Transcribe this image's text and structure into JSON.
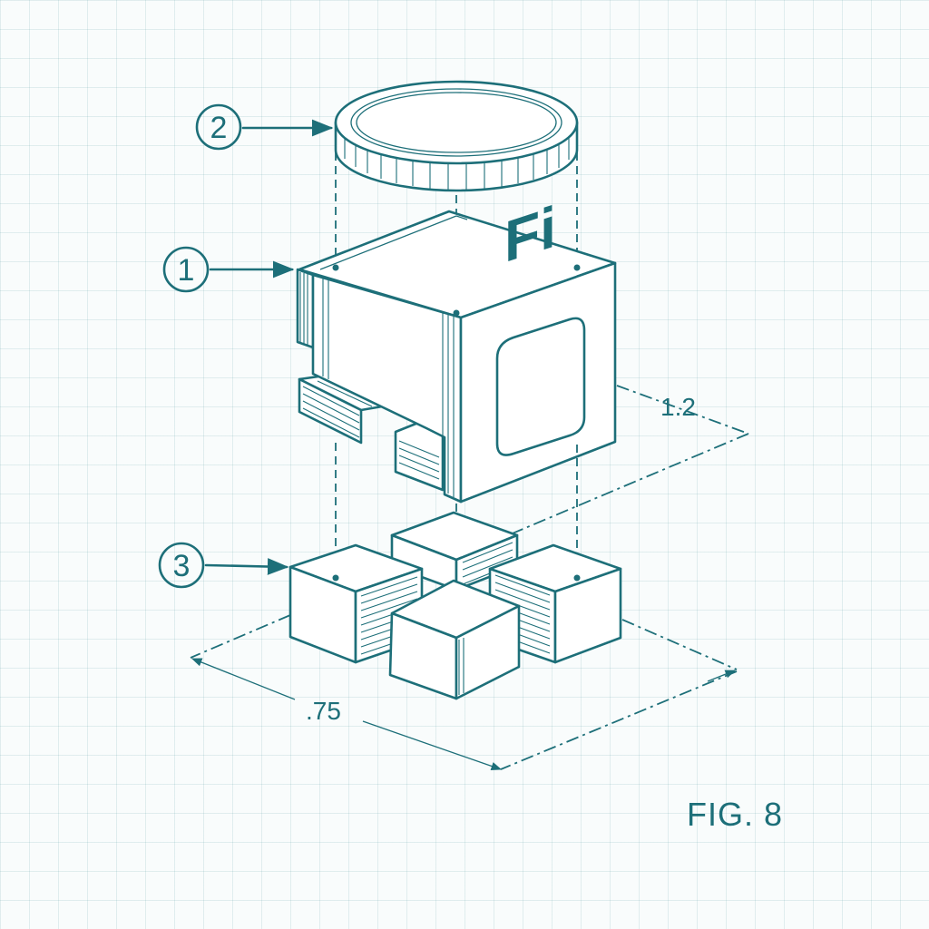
{
  "callouts": {
    "part_1": "1",
    "part_2": "2",
    "part_3": "3"
  },
  "dimensions": {
    "width_label": "1.2",
    "depth_label": ".75"
  },
  "logo_text": "Fi",
  "figure_label": "FIG. 8",
  "colors": {
    "ink": "#1d6f79",
    "paper": "#f9fcfc",
    "grid": "#a6d0d3"
  }
}
